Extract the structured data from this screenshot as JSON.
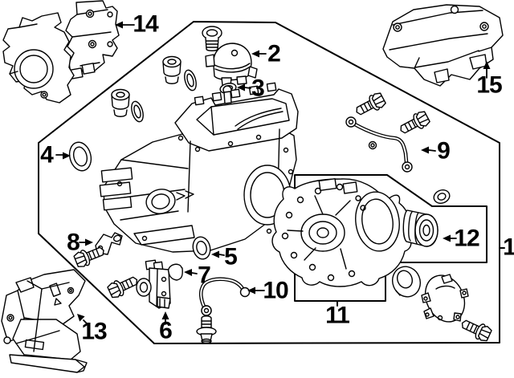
{
  "diagram": {
    "type": "exploded-parts-diagram",
    "background_color": "#ffffff",
    "line_color": "#000000",
    "callouts": {
      "c1": "1",
      "c2": "2",
      "c3": "3",
      "c4": "4",
      "c5": "5",
      "c6": "6",
      "c7": "7",
      "c8": "8",
      "c9": "9",
      "c10": "10",
      "c11": "11",
      "c12": "12",
      "c13": "13",
      "c14": "14",
      "c15": "15"
    }
  }
}
